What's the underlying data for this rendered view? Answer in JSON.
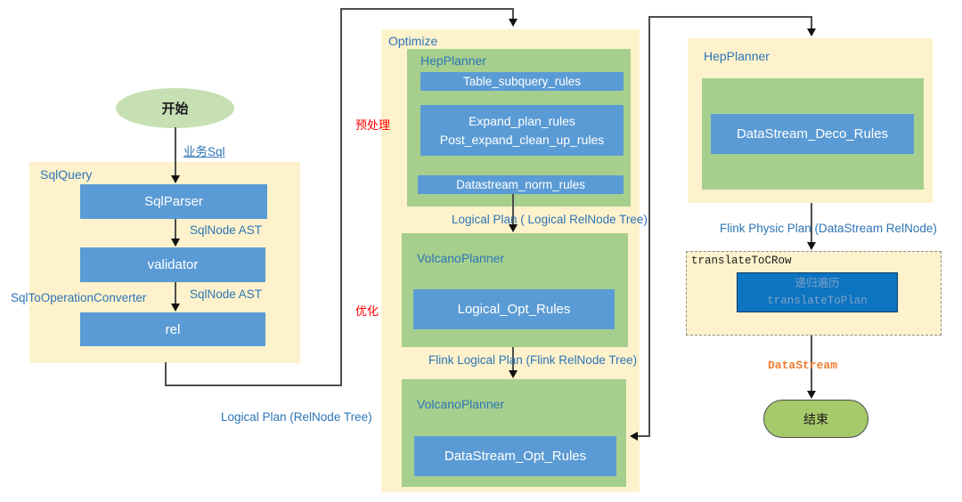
{
  "start": {
    "label": "开始"
  },
  "end": {
    "label": "结束"
  },
  "sqlquery": {
    "title": "SqlQuery",
    "nodes": {
      "sqlparser": "SqlParser",
      "validator": "validator",
      "rel": "rel"
    }
  },
  "optimize": {
    "title": "Optimize",
    "hepplanner": {
      "title": "HepPlanner",
      "rule_subquery": "Table_subquery_rules",
      "rule_expand_line1": "Expand_plan_rules",
      "rule_expand_line2": "Post_expand_clean_up_rules",
      "rule_norm": "Datastream_norm_rules"
    },
    "volcano1": {
      "title": "VolcanoPlanner",
      "rule": "Logical_Opt_Rules"
    },
    "volcano2": {
      "title": "VolcanoPlanner",
      "rule": "DataStream_Opt_Rules"
    }
  },
  "hepplanner2": {
    "title": "HepPlanner",
    "rule": "DataStream_Deco_Rules"
  },
  "translate": {
    "title": "translateToCRow",
    "line1": "递归遍历",
    "line2": "translateToPlan"
  },
  "labels": {
    "business_sql": "业务Sql",
    "sqlnode_ast_1": "SqlNode AST",
    "sqlnode_ast_2": "SqlNode AST",
    "converter": "SqlToOperationConverter",
    "logical_plan_relnode": "Logical Plan (RelNode Tree)",
    "logical_plan_logical_relnode": "Logical Plan ( Logical RelNode Tree)",
    "flink_logical_plan": "Flink Logical Plan (Flink RelNode Tree)",
    "flink_physic_plan": "Flink Physic Plan (DataStream RelNode)",
    "datastream": "DataStream",
    "preprocess": "预处理",
    "optimize_stage": "优化"
  },
  "colors": {
    "container_fill": "#fdf2cc",
    "planner_fill": "#a6cf8d",
    "rule_fill": "#5b9bd5",
    "dark_blue_fill": "#0d74c1",
    "start_fill": "#c6e0b4",
    "end_fill": "#a6c96a",
    "label_blue": "#2e75b6",
    "label_red": "#ff0000",
    "label_orange": "#ed7d31",
    "connector": "#4d4d4d"
  }
}
